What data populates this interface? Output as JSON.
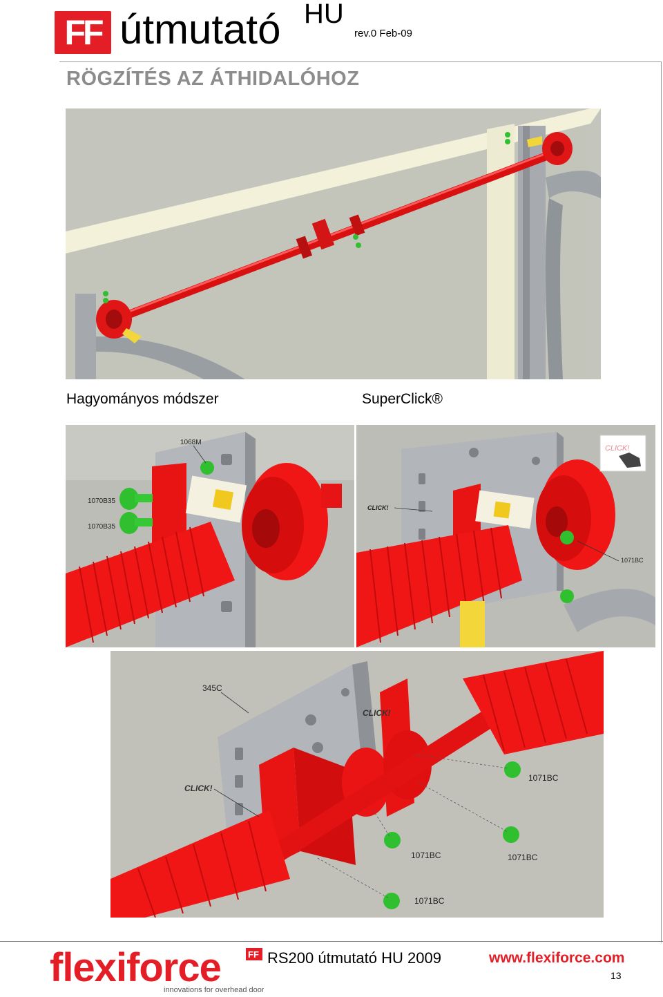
{
  "header": {
    "logo_text": "FF",
    "title": "útmutató",
    "lang": "HU",
    "revision": "rev.0 Feb-09"
  },
  "section": {
    "title": "RÖGZÍTÉS AZ ÁTHIDALÓHOZ"
  },
  "labels": {
    "left": "Hagyományos módszer",
    "right": "SuperClick®"
  },
  "callouts": {
    "img2": [
      "1068M",
      "1070B35",
      "1070B35"
    ],
    "img3": [
      "CLICK!",
      "1071BC"
    ],
    "img4": [
      "345C",
      "CLICK!",
      "CLICK!",
      "1071BC",
      "1071BC",
      "1071BC",
      "1071BC"
    ],
    "img3_badge": "CLICK!"
  },
  "footer": {
    "brand": "flexiforce",
    "brand_tag": "innovations for overhead doors",
    "brand_badge": "FF",
    "product": "RS200 útmutató HU 2009",
    "url": "www.flexiforce.com",
    "page": "13"
  },
  "colors": {
    "brand_red": "#e41e26",
    "section_grey": "#8c8c8c",
    "part_red": "#ee1111",
    "screw_green": "#2fbf2f",
    "steel_grey": "#9ea3a8"
  }
}
